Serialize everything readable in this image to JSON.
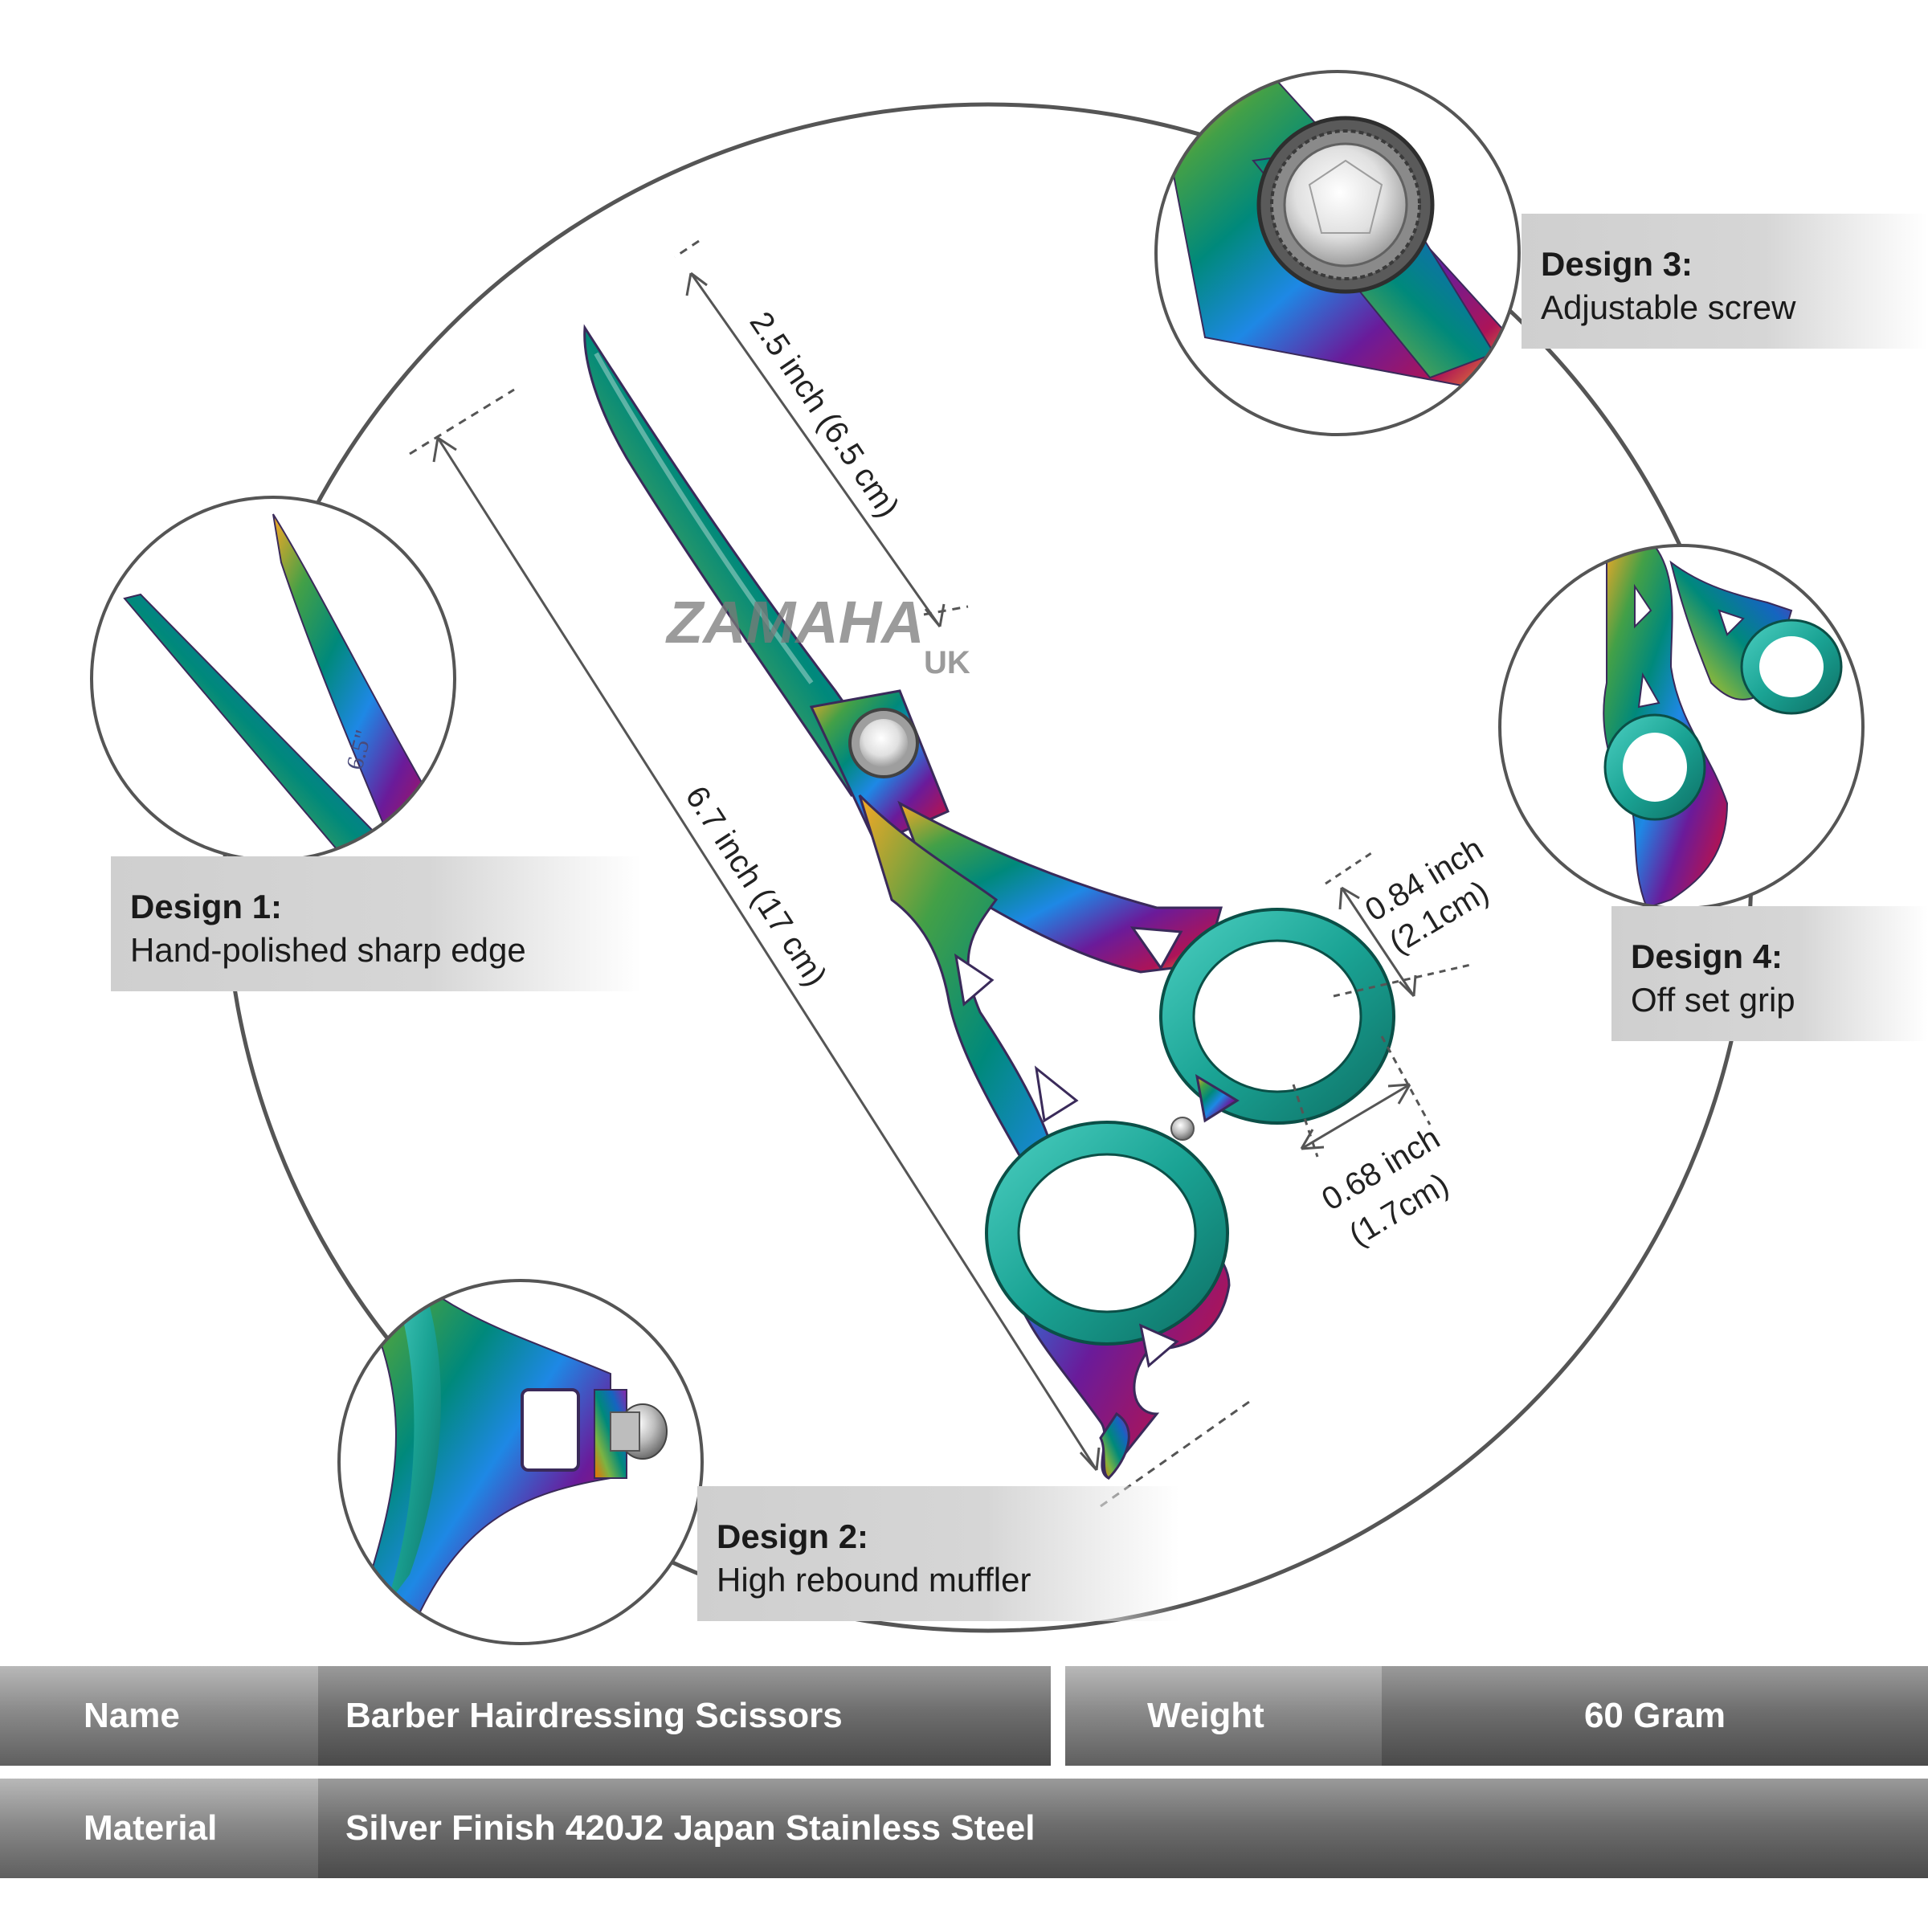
{
  "dimensions": {
    "blade_length": "2.5 inch (6.5 cm)",
    "total_length": "6.7 inch (17 cm)",
    "ring_height_line1": "0.84 inch",
    "ring_height_line2": "(2.1cm)",
    "ring_width_line1": "0.68 inch",
    "ring_width_line2": "(1.7cm)"
  },
  "engraving": {
    "blade_size_mark": "6.5\"",
    "brand_mark": "ZAMAHA",
    "brand_suffix": "UK"
  },
  "designs": [
    {
      "title": "Design 1:",
      "text": "Hand-polished sharp edge"
    },
    {
      "title": "Design 2:",
      "text": "High rebound muffler"
    },
    {
      "title": "Design 3:",
      "text": "Adjustable screw"
    },
    {
      "title": "Design 4:",
      "text": "Off set grip"
    }
  ],
  "specs": {
    "name_label": "Name",
    "name_value": "Barber Hairdressing Scissors",
    "weight_label": "Weight",
    "weight_value": "60 Gram",
    "material_label": "Material",
    "material_value": "Silver Finish 420J2 Japan Stainless Steel"
  },
  "colors": {
    "iridescent": [
      "#2e7d32",
      "#00897b",
      "#1565c0",
      "#6a1b9a",
      "#ad1457",
      "#f9a825"
    ],
    "ring_teal": "#1aa394",
    "gray_bar": "#6e6e6e"
  }
}
